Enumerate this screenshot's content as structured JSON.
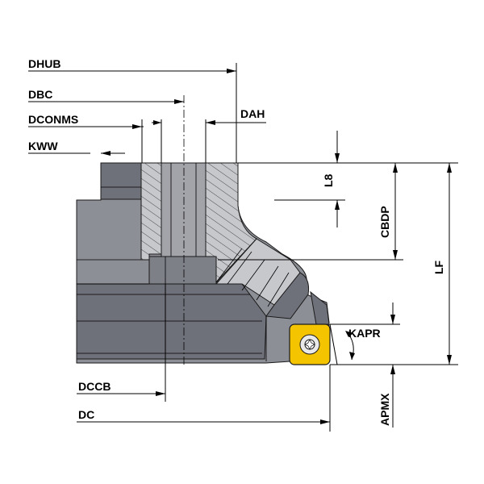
{
  "labels": {
    "dhub": "DHUB",
    "dbc": "DBC",
    "dconms": "DCONMS",
    "kww": "KWW",
    "dah": "DAH",
    "l8": "L8",
    "cbdp": "CBDP",
    "lf": "LF",
    "kapr": "KAPR",
    "apmx": "APMX",
    "dccb": "DCCB",
    "dc": "DC"
  },
  "colors": {
    "body": "#8d8f97",
    "section": "#c7c8cc",
    "insert": "#f5c400"
  },
  "icons": {
    "insert_screw": "torx-screw-icon"
  }
}
